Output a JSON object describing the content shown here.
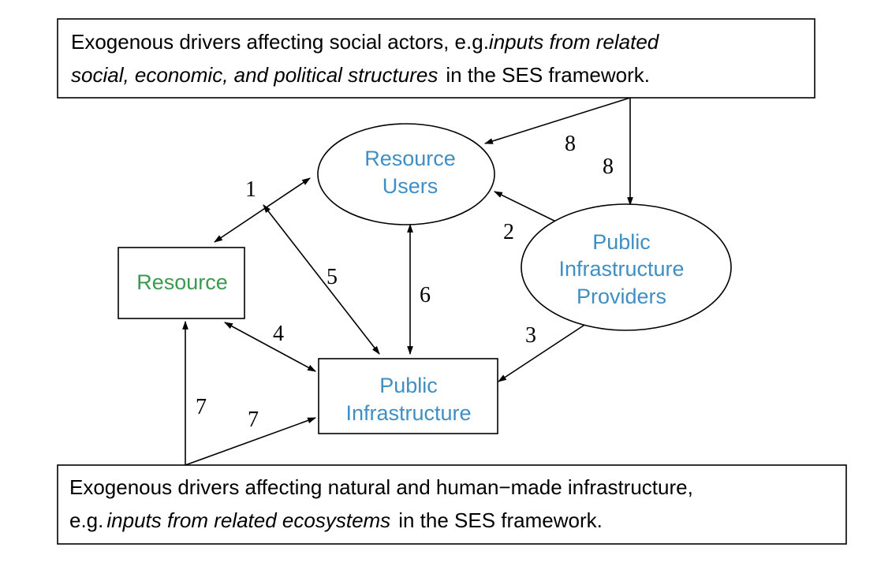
{
  "colors": {
    "resource": "#3a9a4e",
    "actor": "#3f8fc4",
    "text": "#000000"
  },
  "social_driver": {
    "line1": "Exogenous drivers affecting social actors, e.g.",
    "line1_italic": "inputs from related",
    "line2_italic": "social, economic, and political structures",
    "line2": "in the SES framework."
  },
  "infra_driver": {
    "line1": "Exogenous drivers affecting natural and human−made infrastructure,",
    "line2": "e.g.",
    "line2_italic": "inputs from related ecosystems",
    "line2_end": "in the SES framework."
  },
  "nodes": {
    "resource_users": [
      "Resource",
      "Users"
    ],
    "resource": "Resource",
    "providers": [
      "Public",
      "Infrastructure",
      "Providers"
    ],
    "infrastructure": [
      "Public",
      "Infrastructure"
    ]
  },
  "links": {
    "l1": "1",
    "l2": "2",
    "l3": "3",
    "l4": "4",
    "l5": "5",
    "l6": "6",
    "l7a": "7",
    "l7b": "7",
    "l8a": "8",
    "l8b": "8"
  }
}
